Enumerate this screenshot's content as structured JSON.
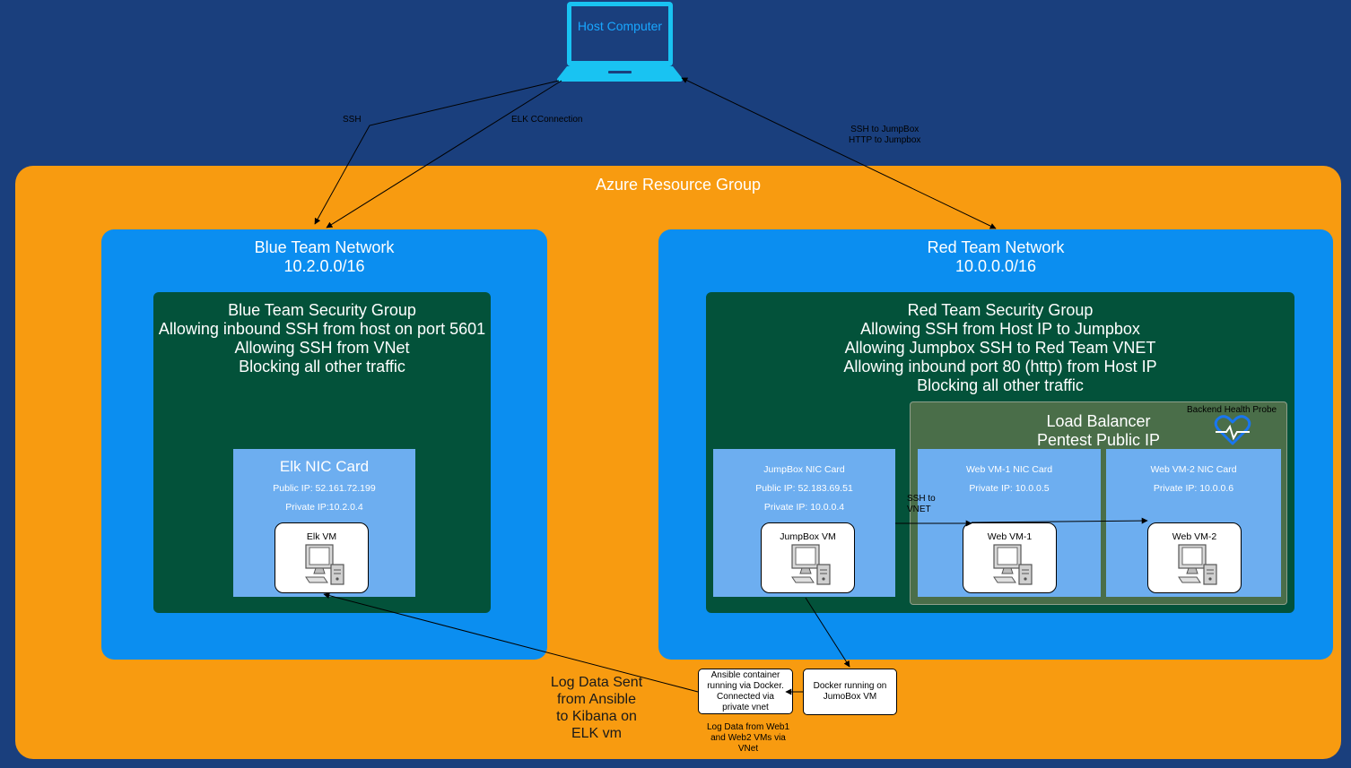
{
  "host": {
    "label": "Host Computer"
  },
  "edges": {
    "ssh": "SSH",
    "elk": "ELK CConnection",
    "jump_line1": "SSH to JumpBox",
    "jump_line2": "HTTP to Jumpbox",
    "vnet_line1": "SSH to",
    "vnet_line2": "VNET"
  },
  "resource_group": {
    "title": "Azure Resource Group"
  },
  "blue": {
    "title": "Blue Team Network",
    "cidr": "10.2.0.0/16",
    "sg": {
      "title": "Blue Team Security Group",
      "rule1": "Allowing inbound SSH from host on port 5601",
      "rule2": "Allowing SSH from VNet",
      "rule3": "Blocking all other traffic"
    },
    "nic": {
      "title": "Elk NIC Card",
      "public_ip": "Public IP: 52.161.72.199",
      "private_ip": "Private IP:10.2.0.4",
      "vm": "Elk VM"
    }
  },
  "red": {
    "title": "Red Team Network",
    "cidr": "10.0.0.0/16",
    "sg": {
      "title": "Red Team Security Group",
      "rule1": "Allowing SSH from Host IP to Jumpbox",
      "rule2": "Allowing Jumpbox SSH to Red Team VNET",
      "rule3": "Allowing inbound port 80 (http) from Host IP",
      "rule4": "Blocking all other traffic"
    },
    "lb": {
      "title": "Load Balancer",
      "subtitle": "Pentest Public IP",
      "probe": "Backend Health Probe"
    },
    "jumpbox": {
      "title": "JumpBox NIC Card",
      "public_ip": "Public IP: 52.183.69.51",
      "private_ip": "Private IP: 10.0.0.4",
      "vm": "JumpBox VM"
    },
    "web1": {
      "title": "Web VM-1 NIC Card",
      "private_ip": "Private IP: 10.0.0.5",
      "vm": "Web VM-1"
    },
    "web2": {
      "title": "Web VM-2 NIC Card",
      "private_ip": "Private IP: 10.0.0.6",
      "vm": "Web VM-2"
    }
  },
  "ansible": {
    "line1": "Ansible container",
    "line2": "running via Docker.",
    "line3": "Connected via",
    "line4": "private vnet"
  },
  "docker": {
    "line1": "Docker running on",
    "line2": "JumoBox VM"
  },
  "log_web": {
    "line1": "Log Data from Web1",
    "line2": "and Web2 VMs via",
    "line3": "VNet"
  },
  "log_elk": {
    "line1": "Log Data Sent",
    "line2": "from Ansible",
    "line3": "to Kibana on",
    "line4": "ELK vm"
  },
  "colors": {
    "background": "#1a3f7d",
    "resource_group": "#f89b10",
    "network": "#0b8ef0",
    "security_group": "#03523a",
    "nic": "#6daef0",
    "load_balancer": "#4a6e49",
    "laptop": "#19c3f2"
  },
  "icons": [
    "laptop-icon",
    "computer-icon",
    "heart-pulse-icon"
  ]
}
